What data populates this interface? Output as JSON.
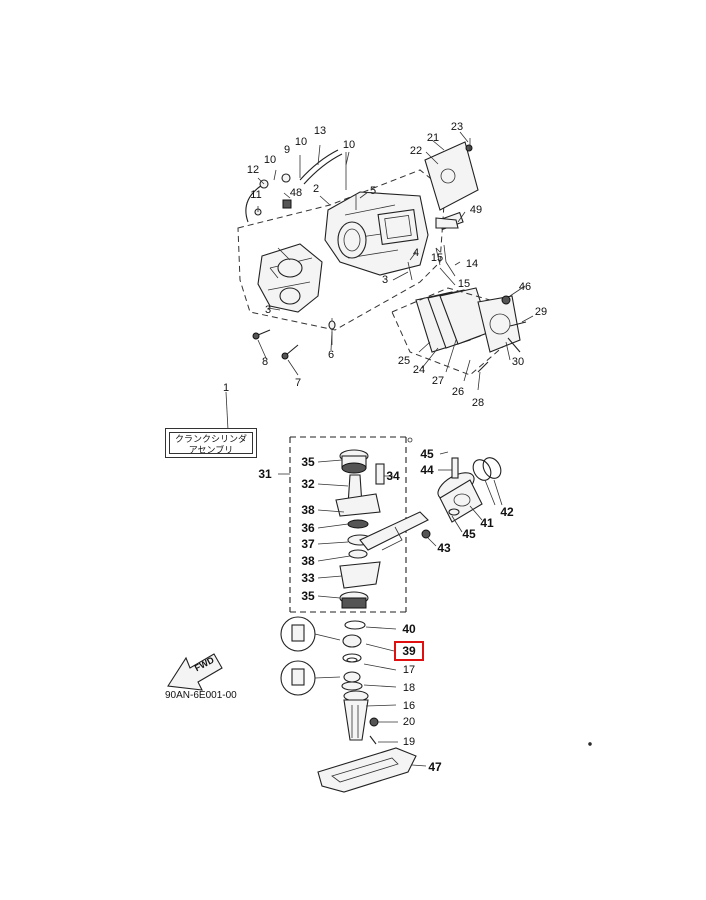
{
  "assembly_label": {
    "line1": "クランクシリンダ",
    "line2": "アセンブリ"
  },
  "diagram_code": "90AN-6E001-00",
  "fwd_label": "FWD",
  "highlighted_part": "39",
  "colors": {
    "highlight": "#e01010",
    "line": "#222222",
    "background": "#ffffff"
  },
  "callouts": [
    {
      "id": "c1",
      "text": "1"
    },
    {
      "id": "c2",
      "text": "2"
    },
    {
      "id": "c3a",
      "text": "3"
    },
    {
      "id": "c3b",
      "text": "3"
    },
    {
      "id": "c4",
      "text": "4"
    },
    {
      "id": "c5",
      "text": "5"
    },
    {
      "id": "c6",
      "text": "6"
    },
    {
      "id": "c7",
      "text": "7"
    },
    {
      "id": "c8",
      "text": "8"
    },
    {
      "id": "c9",
      "text": "9"
    },
    {
      "id": "c10a",
      "text": "10"
    },
    {
      "id": "c10b",
      "text": "10"
    },
    {
      "id": "c10c",
      "text": "10"
    },
    {
      "id": "c11",
      "text": "11"
    },
    {
      "id": "c12",
      "text": "12"
    },
    {
      "id": "c13",
      "text": "13"
    },
    {
      "id": "c14",
      "text": "14"
    },
    {
      "id": "c15a",
      "text": "15"
    },
    {
      "id": "c15b",
      "text": "15"
    },
    {
      "id": "c16",
      "text": "16"
    },
    {
      "id": "c17",
      "text": "17"
    },
    {
      "id": "c18",
      "text": "18"
    },
    {
      "id": "c19",
      "text": "19"
    },
    {
      "id": "c20",
      "text": "20"
    },
    {
      "id": "c21",
      "text": "21"
    },
    {
      "id": "c22",
      "text": "22"
    },
    {
      "id": "c23",
      "text": "23"
    },
    {
      "id": "c24",
      "text": "24"
    },
    {
      "id": "c25",
      "text": "25"
    },
    {
      "id": "c26",
      "text": "26"
    },
    {
      "id": "c27",
      "text": "27"
    },
    {
      "id": "c28",
      "text": "28"
    },
    {
      "id": "c29",
      "text": "29"
    },
    {
      "id": "c30",
      "text": "30"
    },
    {
      "id": "c31",
      "text": "31"
    },
    {
      "id": "c32",
      "text": "32"
    },
    {
      "id": "c33",
      "text": "33"
    },
    {
      "id": "c34",
      "text": "34"
    },
    {
      "id": "c35a",
      "text": "35"
    },
    {
      "id": "c35b",
      "text": "35"
    },
    {
      "id": "c36",
      "text": "36"
    },
    {
      "id": "c37",
      "text": "37"
    },
    {
      "id": "c38a",
      "text": "38"
    },
    {
      "id": "c38b",
      "text": "38"
    },
    {
      "id": "c39",
      "text": "39"
    },
    {
      "id": "c40",
      "text": "40"
    },
    {
      "id": "c41",
      "text": "41"
    },
    {
      "id": "c42",
      "text": "42"
    },
    {
      "id": "c43",
      "text": "43"
    },
    {
      "id": "c44",
      "text": "44"
    },
    {
      "id": "c45a",
      "text": "45"
    },
    {
      "id": "c45b",
      "text": "45"
    },
    {
      "id": "c46",
      "text": "46"
    },
    {
      "id": "c47",
      "text": "47"
    },
    {
      "id": "c48",
      "text": "48"
    },
    {
      "id": "c49",
      "text": "49"
    }
  ]
}
